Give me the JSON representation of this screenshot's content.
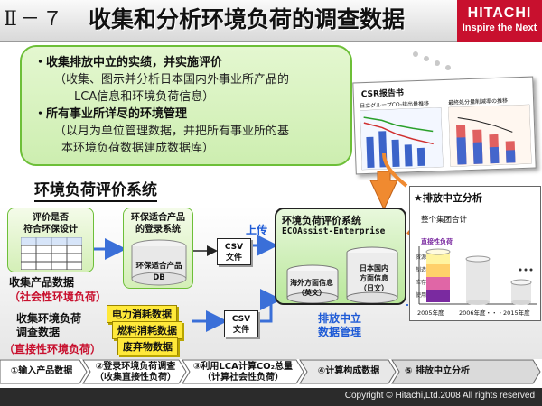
{
  "header": {
    "section_number": "Ⅱ－７",
    "title": "收集和分析环境负荷的调查数据",
    "brand_name": "HITACHI",
    "brand_tagline": "Inspire the Next",
    "brand_color": "#c8102e"
  },
  "bullets": [
    {
      "text": "・收集排放中立的实绩，并实施评价",
      "bold": true
    },
    {
      "text": "（收集、图示并分析日本国内外事业所产品的",
      "bold": false
    },
    {
      "text": "LCA信息和环境负荷信息）",
      "bold": false
    },
    {
      "text": "・所有事业所详尽的环境管理",
      "bold": true
    },
    {
      "text": "（以月为单位管理数据，并把所有事业所的基",
      "bold": false
    },
    {
      "text": "本环境负荷数据建成数据库）",
      "bold": false
    }
  ],
  "report": {
    "title": "CSR报告书",
    "chart1_label": "日立グループCO₂排出量推移",
    "chart2_label": "最終処分量削減率の推移"
  },
  "eval_system": {
    "title": "环境负荷评价系统",
    "design_box": "评价是否\n符合环保设计",
    "eco_product_box": "环保适合产品\n的登录系统",
    "eco_product_db": "环保适合产品\nDB",
    "csv_label": "CSV\n文件",
    "upload_label": "上传",
    "eco_system_title": "环境负荷评价系统",
    "eco_system_subtitle": "ECOAssist-Enterprise",
    "overseas_db": "海外方面信息\n（英文）",
    "domestic_db": "日本国内\n方面信息\n（日文）",
    "collect_product": "收集产品数据",
    "social_load": "（社会性环境负荷）",
    "collect_env": "收集环境负荷\n调查数据",
    "direct_load": "（直接性环境负荷）",
    "tags": [
      "电力消耗数据",
      "燃料消耗数据",
      "废弃物数据"
    ],
    "neutral_mgmt": "排放中立\n数据管理"
  },
  "result_chart": {
    "title": "★排放中立分析",
    "subtitle": "整个集团合计",
    "legend_title": "直接性负荷",
    "labels": [
      "资源",
      "制造",
      "库存",
      "使用"
    ],
    "years": [
      "2005年度",
      "2006年度・・・2015年度"
    ]
  },
  "steps": [
    "①输入产品数据",
    "②登录环境负荷调查\n（收集直接性负荷）",
    "③利用LCA计算CO₂总量\n（计算社会性负荷）",
    "④计算构成数据",
    "⑤ 排放中立分析"
  ],
  "footer": {
    "copyright": "Copyright © Hitachi,Ltd.2008 All rights reserved"
  }
}
